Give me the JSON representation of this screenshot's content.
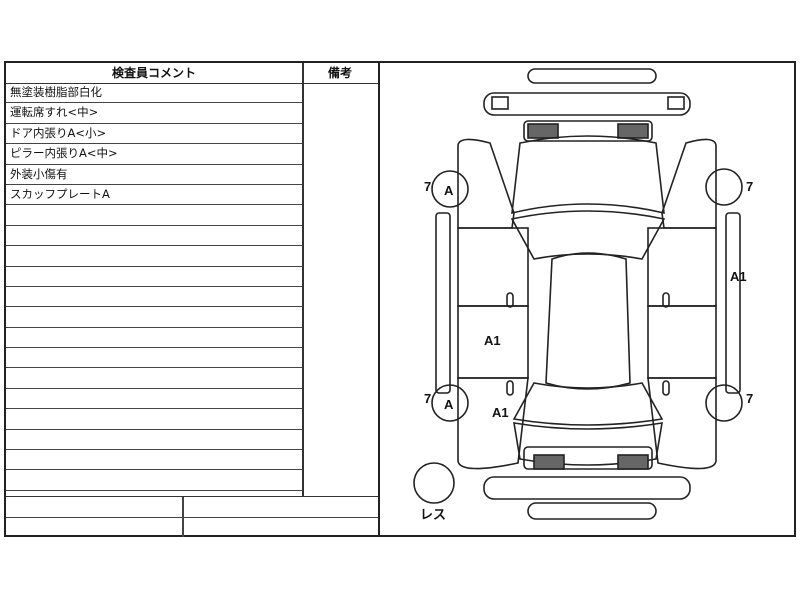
{
  "sheet": {
    "comment_header": "検査員コメント",
    "remarks_header": "備考",
    "comments": [
      "無塗装樹脂部白化",
      "運転席すれ<中>",
      "ドア内張りA<小>",
      "ピラー内張りA<中>",
      "外装小傷有",
      "スカッフプレートA"
    ],
    "empty_rows": 14
  },
  "diagram": {
    "marks": {
      "front_left_wheel_num": "7",
      "front_left_wheel_code": "A",
      "front_right_wheel_num": "7",
      "rear_left_wheel_num": "7",
      "rear_left_wheel_code": "A",
      "rear_right_wheel_num": "7",
      "right_side": "A1",
      "left_door": "A1",
      "left_rocker": "A1",
      "spare": "レス"
    }
  }
}
